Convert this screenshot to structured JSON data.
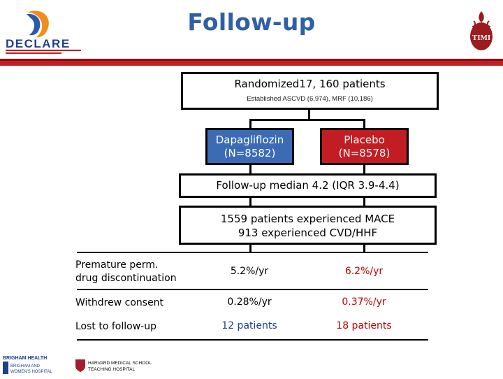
{
  "header": {
    "title": "Follow-up",
    "logo_left_text": "DECLARE",
    "logo_right_text": "TIMI",
    "rule_colors": [
      "#8a0f12",
      "#c21d22"
    ]
  },
  "flow": {
    "randomized": "Randomized17, 160 patients",
    "established": "Established ASCVD (6,974), MRF (10,186)",
    "arm1_name": "Dapagliflozin",
    "arm1_n": "(N=8582)",
    "arm2_name": "Placebo",
    "arm2_n": "(N=8578)",
    "followup": "Follow-up median 4.2 (IQR 3.9-4.4)",
    "mace_line1": "1559 patients experienced MACE",
    "mace_line2": "913 experienced CVD/HHF",
    "colors": {
      "dapagliflozin": "#3b6bb5",
      "placebo": "#c21d22"
    }
  },
  "table": {
    "rows": [
      {
        "label_line1": "Premature perm.",
        "label_line2": "drug discontinuation",
        "dapa": "5.2%/yr",
        "placebo": "6.2%/yr"
      },
      {
        "label": "Withdrew consent",
        "dapa": "0.28%/yr",
        "placebo": "0.37%/yr"
      },
      {
        "label": "Lost to follow-up",
        "dapa": "12 patients",
        "placebo": "18 patients"
      }
    ],
    "placebo_color": "#c00000"
  },
  "footer": {
    "brigham_line1": "BRIGHAM HEALTH",
    "brigham_line2": "BRIGHAM AND",
    "brigham_line3": "WOMEN'S HOSPITAL",
    "harvard_line1": "HARVARD MEDICAL SCHOOL",
    "harvard_line2": "TEACHING HOSPITAL"
  }
}
